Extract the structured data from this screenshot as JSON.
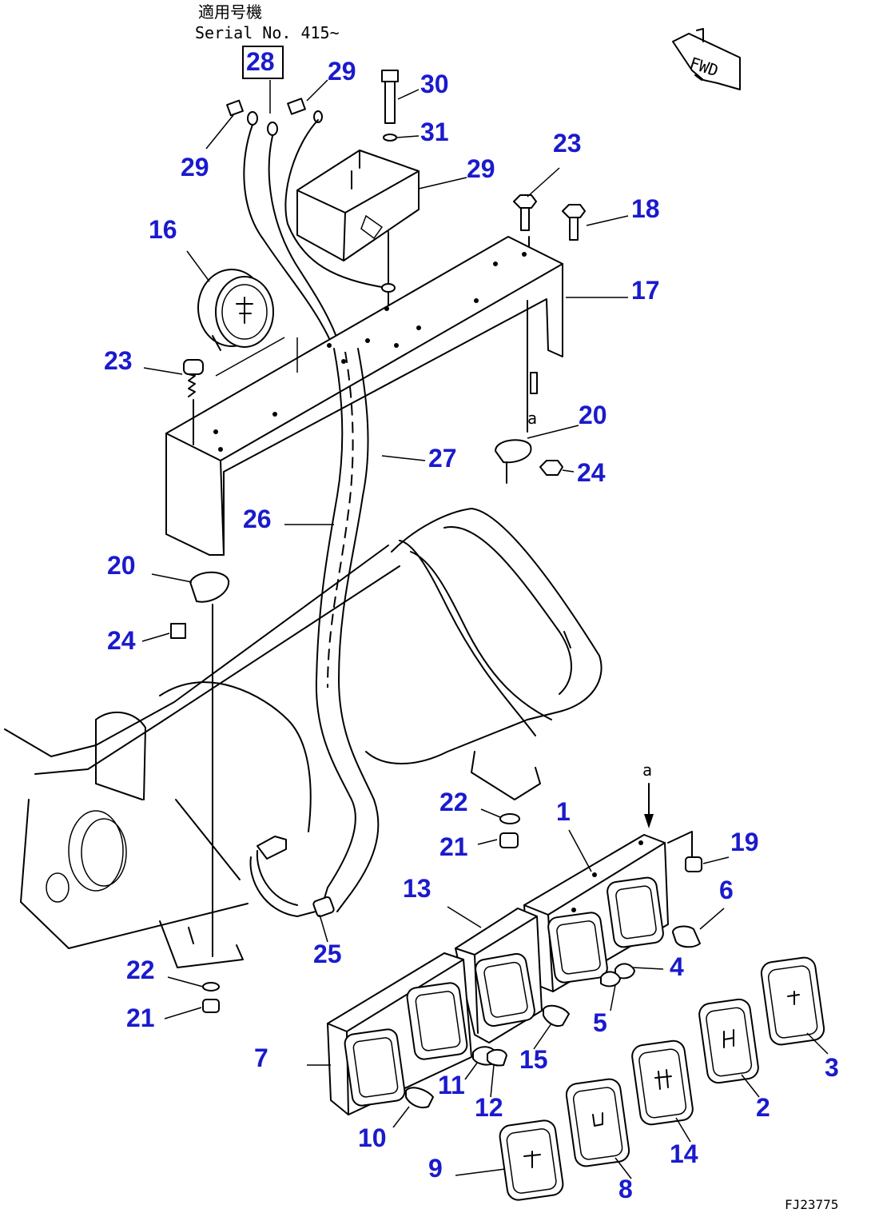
{
  "header": {
    "applicable_label": "適用号機",
    "serial_label": "Serial No. 415~"
  },
  "fwd_label": "FWD",
  "drawing_code": "FJ23775",
  "detail_mark": "a",
  "callouts": [
    {
      "id": "c28",
      "label": "28"
    },
    {
      "id": "c29a",
      "label": "29"
    },
    {
      "id": "c30",
      "label": "30"
    },
    {
      "id": "c31",
      "label": "31"
    },
    {
      "id": "c29b",
      "label": "29"
    },
    {
      "id": "c29c",
      "label": "29"
    },
    {
      "id": "c23a",
      "label": "23"
    },
    {
      "id": "c18",
      "label": "18"
    },
    {
      "id": "c16",
      "label": "16"
    },
    {
      "id": "c17",
      "label": "17"
    },
    {
      "id": "c23b",
      "label": "23"
    },
    {
      "id": "c20a",
      "label": "20"
    },
    {
      "id": "c27",
      "label": "27"
    },
    {
      "id": "c24a",
      "label": "24"
    },
    {
      "id": "c26",
      "label": "26"
    },
    {
      "id": "c20b",
      "label": "20"
    },
    {
      "id": "c24b",
      "label": "24"
    },
    {
      "id": "c22a",
      "label": "22"
    },
    {
      "id": "c1",
      "label": "1"
    },
    {
      "id": "c21a",
      "label": "21"
    },
    {
      "id": "c19",
      "label": "19"
    },
    {
      "id": "c13",
      "label": "13"
    },
    {
      "id": "c6",
      "label": "6"
    },
    {
      "id": "c25",
      "label": "25"
    },
    {
      "id": "c4",
      "label": "4"
    },
    {
      "id": "c22b",
      "label": "22"
    },
    {
      "id": "c5",
      "label": "5"
    },
    {
      "id": "c21b",
      "label": "21"
    },
    {
      "id": "c15",
      "label": "15"
    },
    {
      "id": "c3",
      "label": "3"
    },
    {
      "id": "c7",
      "label": "7"
    },
    {
      "id": "c11",
      "label": "11"
    },
    {
      "id": "c2",
      "label": "2"
    },
    {
      "id": "c12",
      "label": "12"
    },
    {
      "id": "c10",
      "label": "10"
    },
    {
      "id": "c14",
      "label": "14"
    },
    {
      "id": "c9",
      "label": "9"
    },
    {
      "id": "c8",
      "label": "8"
    }
  ]
}
